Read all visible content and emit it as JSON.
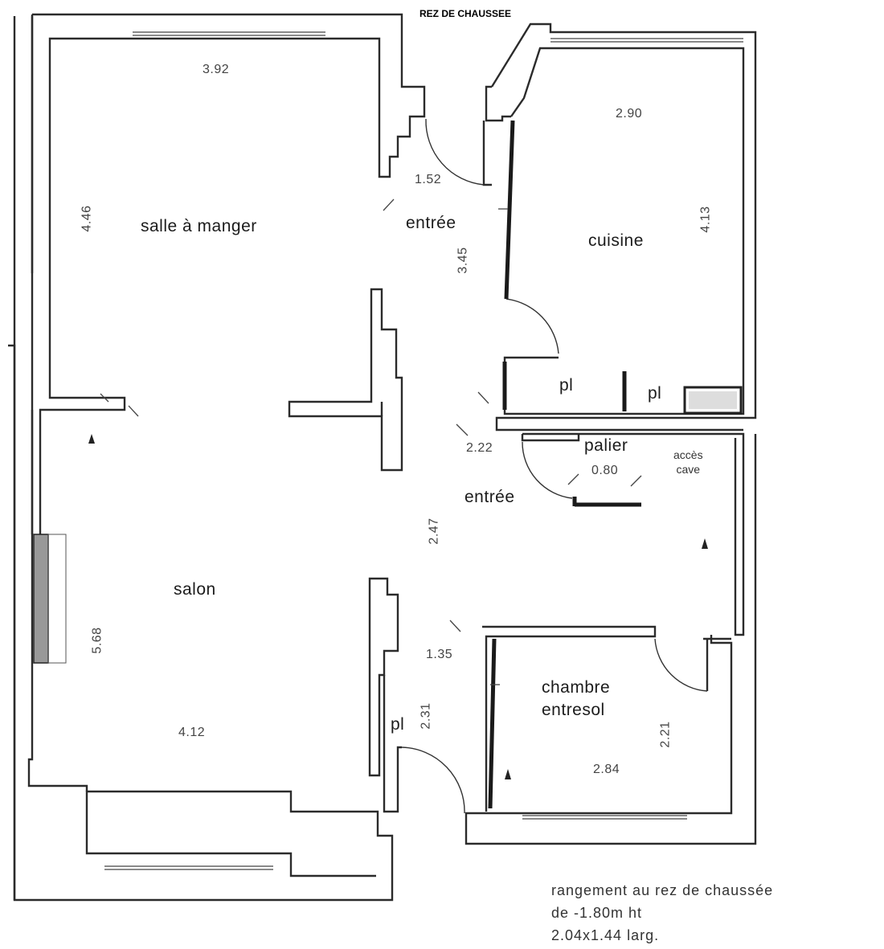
{
  "title": "REZ DE CHAUSSEE",
  "rooms": {
    "salle_a_manger": "salle à manger",
    "entree_top": "entrée",
    "cuisine": "cuisine",
    "pl_1": "pl",
    "pl_2": "pl",
    "palier": "palier",
    "acces_cave": "accès\ncave",
    "entree_mid": "entrée",
    "salon": "salon",
    "chambre": "chambre\nentresol",
    "pl_3": "pl"
  },
  "dimensions": {
    "d392": "3.92",
    "d290": "2.90",
    "d152": "1.52",
    "d446": "4.46",
    "d413": "4.13",
    "d345": "3.45",
    "d222": "2.22",
    "d080": "0.80",
    "d247": "2.47",
    "d568": "5.68",
    "d135": "1.35",
    "d231": "2.31",
    "d221": "2.21",
    "d412": "4.12",
    "d284": "2.84"
  },
  "note": {
    "line1": "rangement au rez de chaussée",
    "line2": "de -1.80m ht",
    "line3": "2.04x1.44 larg."
  }
}
